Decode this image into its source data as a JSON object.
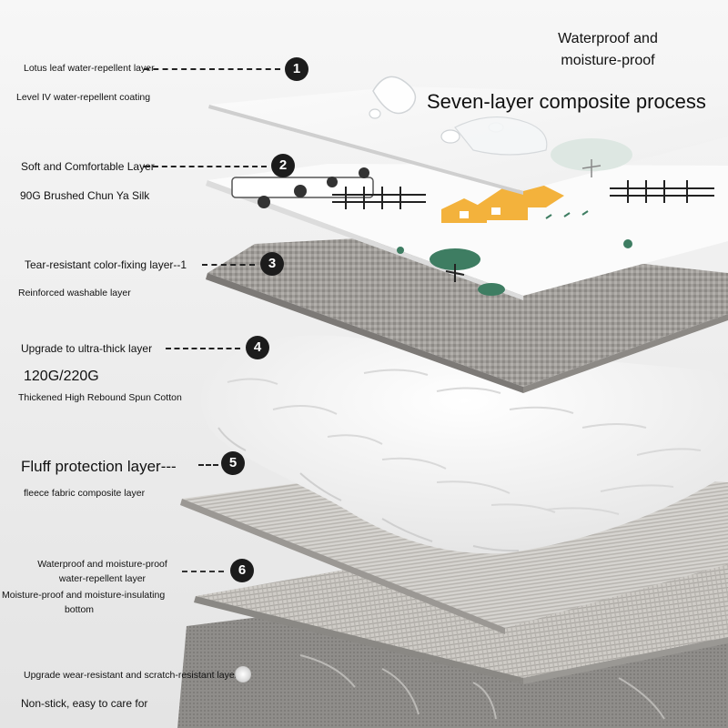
{
  "header": {
    "top_line1": "Waterproof and",
    "top_line2": "moisture-proof",
    "title": "Seven-layer composite process"
  },
  "layers": [
    {
      "number": "1",
      "name": "Lotus leaf water-repellent layer",
      "detail": "Level IV water-repellent coating"
    },
    {
      "number": "2",
      "name": "Soft and Comfortable Layer",
      "detail": "90G Brushed Chun Ya Silk"
    },
    {
      "number": "3",
      "name": "Tear-resistant color-fixing layer--1",
      "detail": "Reinforced washable layer"
    },
    {
      "number": "4",
      "name": "Upgrade to ultra-thick layer",
      "weight": "120G/220G",
      "detail": "Thickened High Rebound Spun Cotton"
    },
    {
      "number": "5",
      "name": "Fluff protection layer---",
      "detail": "fleece fabric composite layer"
    },
    {
      "number": "6",
      "name_line1": "Waterproof and moisture-proof",
      "name_line2": "water-repellent layer",
      "detail_line1": "Moisture-proof and moisture-insulating",
      "detail_line2": "bottom"
    },
    {
      "name": "Upgrade wear-resistant and scratch-resistant layer---",
      "detail": "Non-stick, easy to care for"
    }
  ],
  "colors": {
    "badge": "#1c1c1c",
    "print_yellow": "#f3b23c",
    "print_green": "#3e7d62",
    "foam": "#ffffff",
    "grey_layer": "#9c9a97"
  },
  "icons": [
    "water-drop-icon",
    "truck-print-icon",
    "house-print-icon",
    "tree-print-icon",
    "fence-print-icon"
  ]
}
